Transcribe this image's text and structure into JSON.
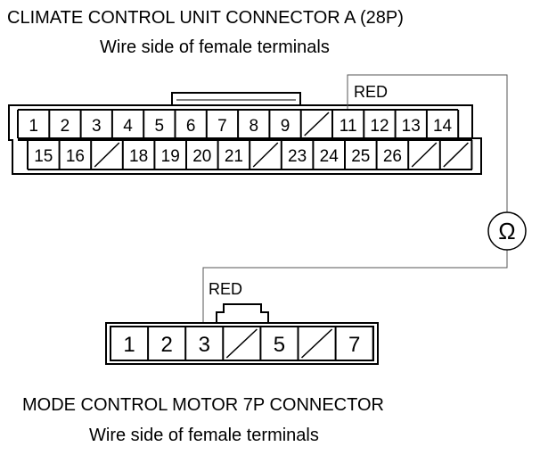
{
  "connector_a": {
    "title": "CLIMATE CONTROL UNIT CONNECTOR A (28P)",
    "subtitle": "Wire side of female terminals",
    "row1": [
      "1",
      "2",
      "3",
      "4",
      "5",
      "6",
      "7",
      "8",
      "9",
      "",
      "11",
      "12",
      "13",
      "14"
    ],
    "row2": [
      "15",
      "16",
      "",
      "18",
      "19",
      "20",
      "21",
      "",
      "23",
      "24",
      "25",
      "26",
      "",
      ""
    ],
    "probe_label": "RED"
  },
  "meter": {
    "symbol": "Ω"
  },
  "connector_b": {
    "title": "MODE CONTROL MOTOR 7P CONNECTOR",
    "subtitle": "Wire side of female terminals",
    "pins": [
      "1",
      "2",
      "3",
      "",
      "5",
      "",
      "7"
    ],
    "probe_label": "RED"
  }
}
